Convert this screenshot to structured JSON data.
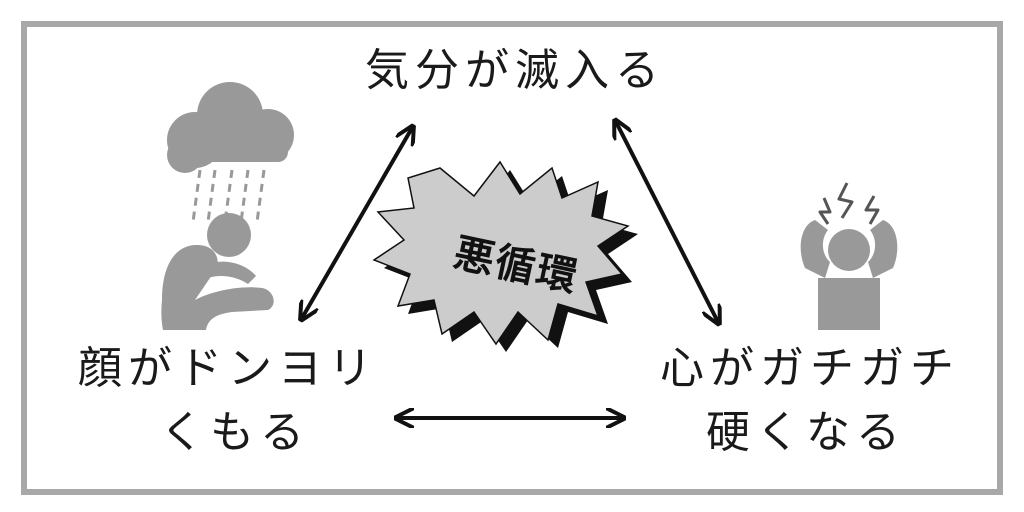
{
  "diagram": {
    "top_node": "気分が滅入る",
    "left_node": {
      "line1": "顔がドンヨリ",
      "line2": "くもる"
    },
    "right_node": {
      "line1": "心がガチガチ",
      "line2": "硬くなる"
    },
    "center": "悪循環"
  },
  "icons": {
    "left": "rain-cloud-depressed-person-icon",
    "right": "stressed-person-icon"
  },
  "colors": {
    "frame": "#a8a8a8",
    "icon_gray": "#999999",
    "burst_fill": "#cccccc",
    "burst_shadow": "#111111",
    "arrow": "#111111"
  }
}
